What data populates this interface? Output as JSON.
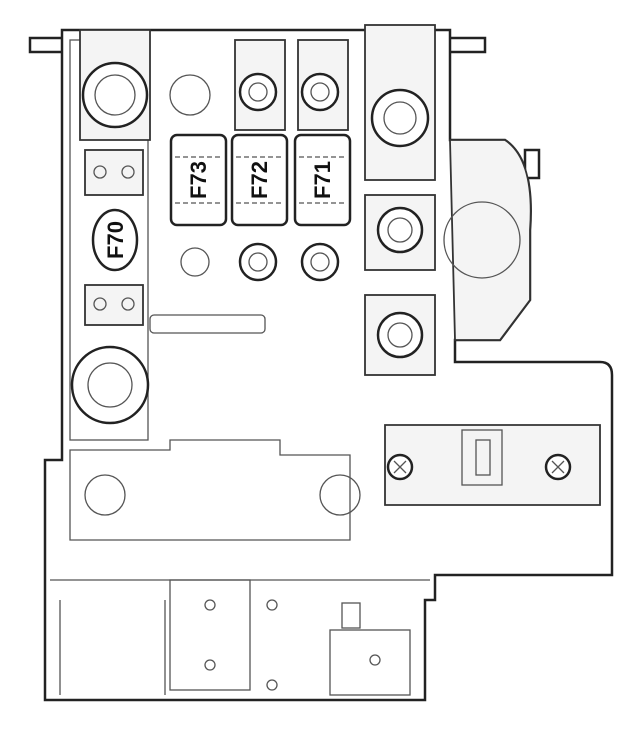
{
  "diagram": {
    "fuses": [
      {
        "id": "F73",
        "label": "F73"
      },
      {
        "id": "F72",
        "label": "F72"
      },
      {
        "id": "F71",
        "label": "F71"
      }
    ],
    "main_fuse": {
      "label": "F70"
    }
  }
}
